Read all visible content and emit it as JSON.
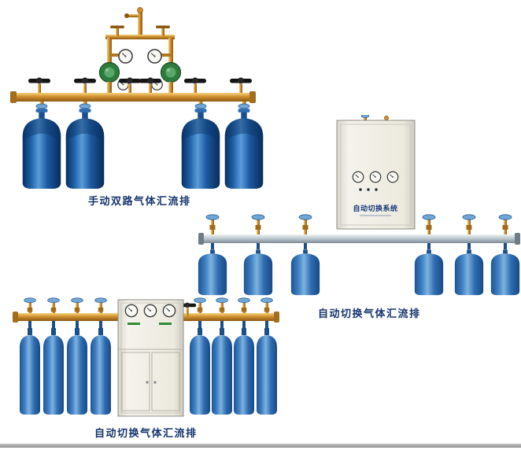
{
  "page": {
    "background_color": "#ffffff",
    "bottom_border_color": "#a0a0a0"
  },
  "products": [
    {
      "id": "manual-dual-manifold",
      "caption": "手动双路气体汇流排",
      "cylinder_count": 4,
      "regulator_count": 2,
      "gauge_count": 4,
      "handwheel_count": 6
    },
    {
      "id": "auto-switch-manifold-right",
      "caption": "自动切换气体汇流排",
      "cabinet_label": "自动切换系统",
      "cylinder_count": 6,
      "gauge_count": 3
    },
    {
      "id": "auto-switch-manifold-bottom",
      "caption": "自动切换气体汇流排",
      "cylinder_count": 8,
      "gauge_count": 3
    }
  ],
  "colors": {
    "caption_text": "#16356e",
    "cylinder_dark_blue": "#0d3c78",
    "cylinder_mid_blue": "#2f6cb0",
    "brass_pipe": "#cf8f2e",
    "silver_pipe": "#b9c5cc",
    "cabinet_body": "#eceade",
    "regulator_green": "#2e7c3c",
    "valve_handle_black": "#141414",
    "valve_handle_blue": "#6fa8d8"
  }
}
